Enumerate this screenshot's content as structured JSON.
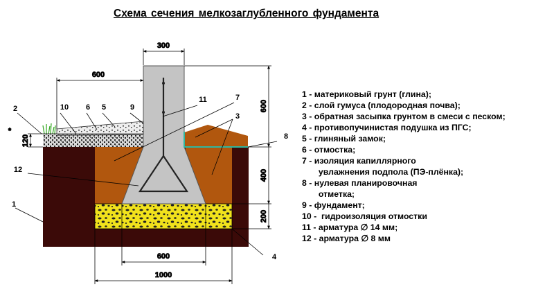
{
  "title": "Схема сечения мелкозаглубленного фундамента",
  "colors": {
    "dark_soil": "#3b0a08",
    "backfill": "#b1570e",
    "concrete": "#c4c4c4",
    "gravel": "#f1e21c",
    "humus": "#1b1b1b",
    "waterproofing": "#2fb8a0",
    "grass": "#3caa2a"
  },
  "dimensions": {
    "wall_width": "300",
    "slope_width": "600",
    "wall_height": "600",
    "layer_120": "120",
    "depth_400": "400",
    "cushion_200": "200",
    "base_width": "600",
    "cushion_width": "1000"
  },
  "callouts": [
    "1",
    "2",
    "3",
    "4",
    "5",
    "6",
    "7",
    "8",
    "9",
    "10",
    "11",
    "12"
  ],
  "marker": "*",
  "legend": [
    "1 - материковый грунт (глина);",
    "2 - слой гумуса (плодородная почва);",
    "3 - обратная засыпка грунтом в смеси с песком;",
    "4 - противопучинистая подушка из ПГС;",
    "5 - глиняный замок;",
    "6 - отмостка;",
    "7 - изоляция капиллярного",
    "       увлажнения подпола (ПЭ-плёнка);",
    "8 - нулевая планировочная",
    "       отметка;",
    "9 - фундамент;",
    "10 -  гидроизоляция отмостки",
    "11 - арматура ∅ 14 мм;",
    "12 - арматура ∅ 8 мм"
  ]
}
